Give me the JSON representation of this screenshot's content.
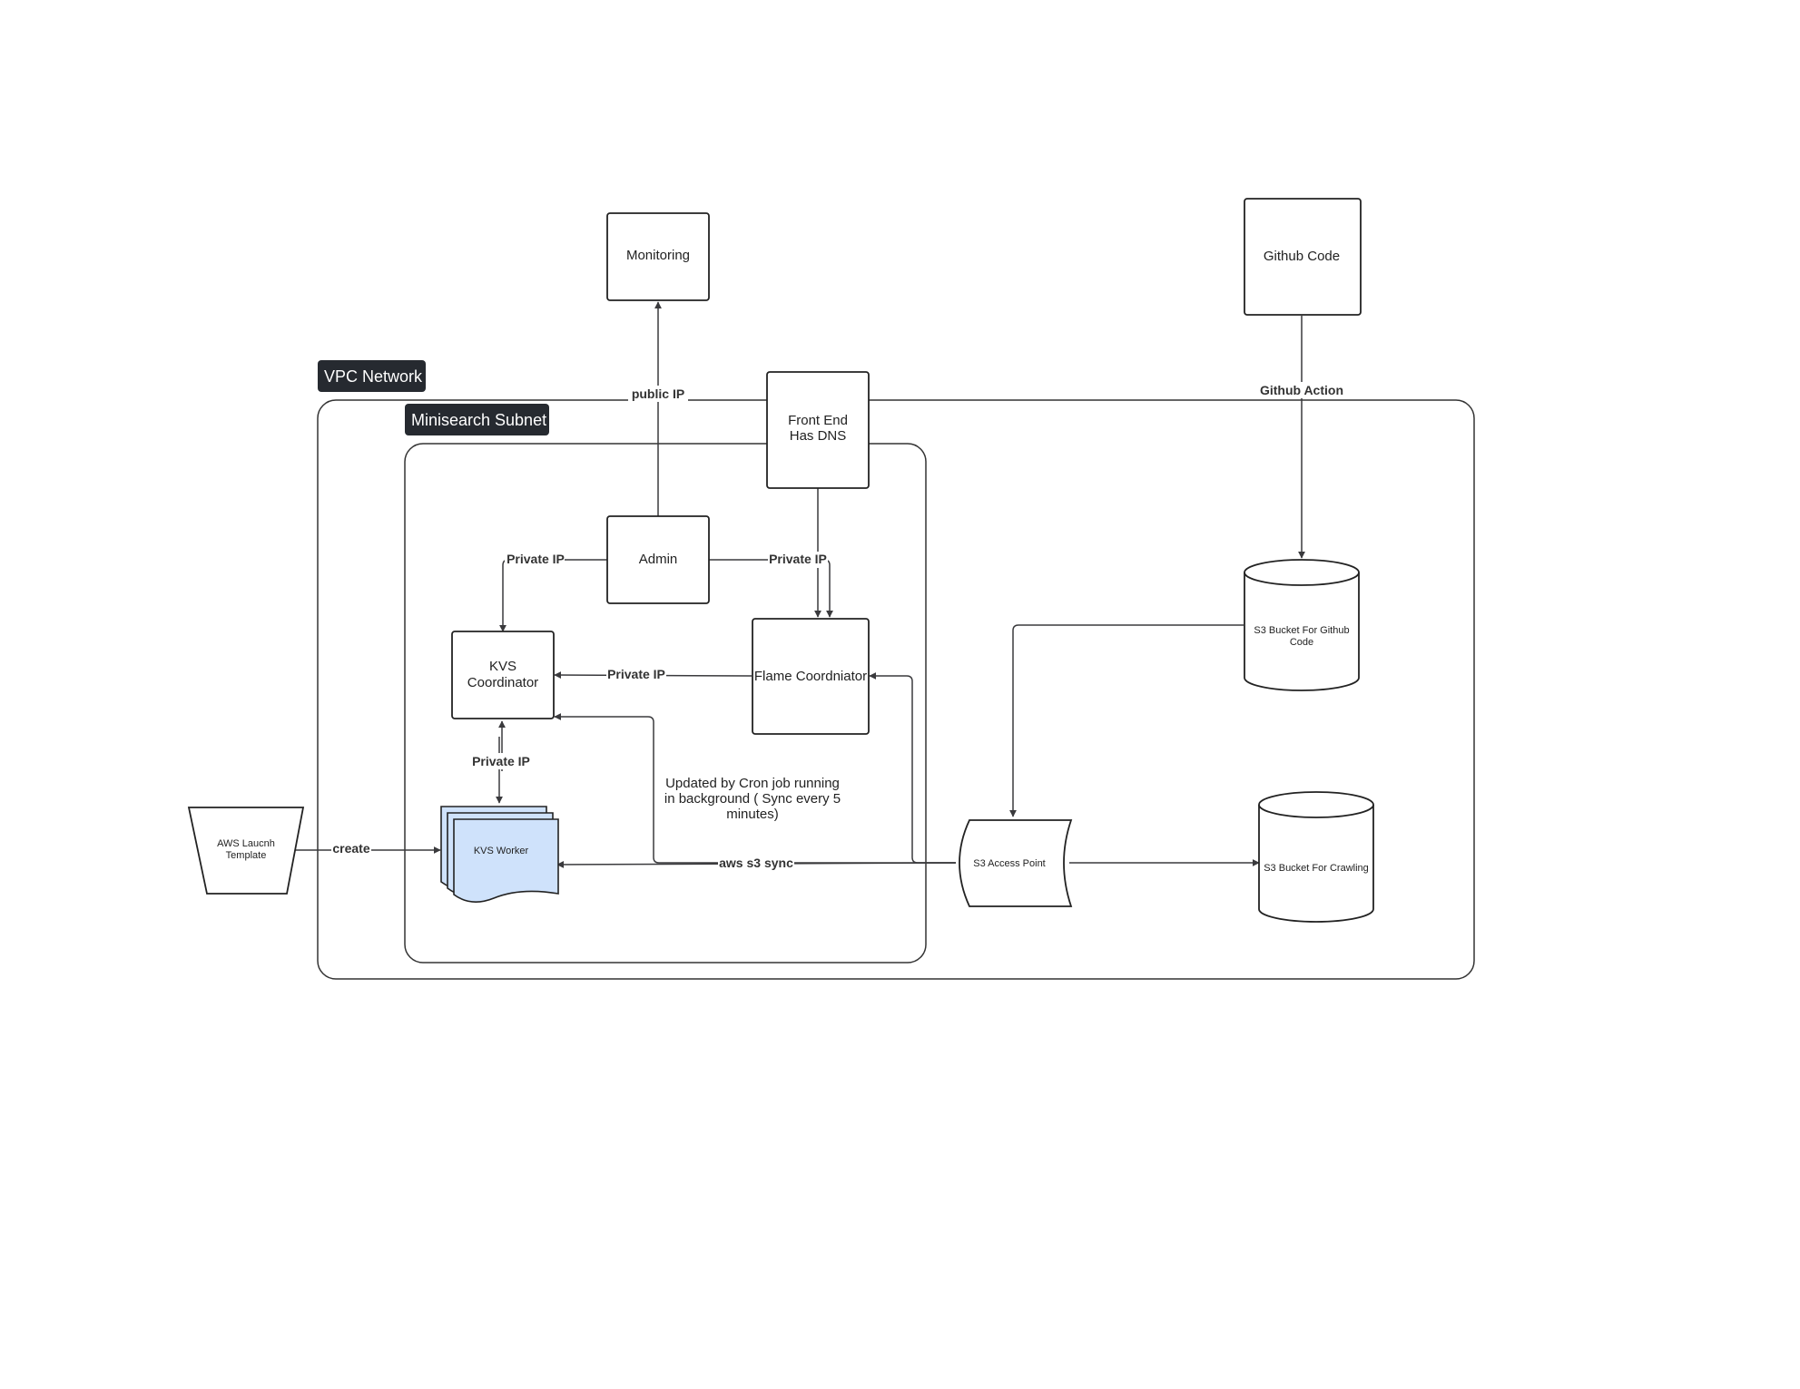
{
  "regions": {
    "vpc": {
      "title": "VPC Network"
    },
    "subnet": {
      "title": "Minisearch Subnet"
    }
  },
  "nodes": {
    "monitoring": "Monitoring",
    "github_code": "Github Code",
    "front_end": [
      "Front End",
      "Has DNS"
    ],
    "admin": "Admin",
    "kvs_coordinator": [
      "KVS",
      "Coordinator"
    ],
    "flame_coordinator": "Flame Coordniator",
    "kvs_worker": "KVS Worker",
    "aws_launch_template": [
      "AWS Laucnh",
      "Template"
    ],
    "s3_access_point": "S3 Access Point",
    "s3_github": [
      "S3 Bucket For Github",
      "Code"
    ],
    "s3_crawling": "S3 Bucket For Crawling"
  },
  "edge_labels": {
    "public_ip": "public IP",
    "github_action": "Github Action",
    "private_ip_admin_kvs": "Private IP",
    "private_ip_admin_flame": "Private IP",
    "private_ip_flame_kvs": "Private IP",
    "private_ip_kvs_worker": "Private IP",
    "create": "create",
    "aws_s3_sync": "aws s3 sync"
  },
  "annotations": {
    "cron_note": [
      "Updated by Cron job running",
      "in background ( Sync every 5",
      "minutes)"
    ]
  },
  "colors": {
    "worker_fill": "#cfe2fb",
    "tag_background": "#262a30"
  }
}
